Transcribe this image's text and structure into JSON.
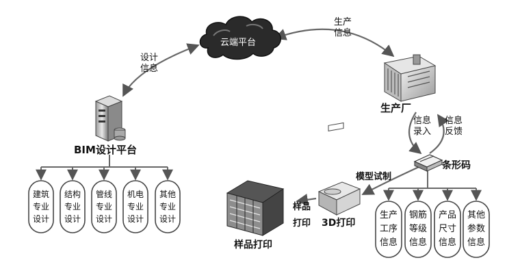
{
  "nodes": {
    "cloud": "云端平台",
    "factory": "生产厂",
    "bim": "BIM设计平台",
    "barcode": "条形码",
    "printer": "3D打印",
    "sample": "样品打印"
  },
  "edges": {
    "design_info": [
      "设计",
      "信息"
    ],
    "production_info": [
      "生产",
      "信息"
    ],
    "info_entry": [
      "信息",
      "录入"
    ],
    "info_feedback": [
      "信息",
      "反馈"
    ],
    "model_trial": "模型试制",
    "sample_print": [
      "样品",
      "打印"
    ]
  },
  "design_specialties": [
    [
      "建筑",
      "专业",
      "设计"
    ],
    [
      "结构",
      "专业",
      "设计"
    ],
    [
      "管线",
      "专业",
      "设计"
    ],
    [
      "机电",
      "专业",
      "设计"
    ],
    [
      "其他",
      "专业",
      "设计"
    ]
  ],
  "barcode_info": [
    [
      "生产",
      "工序",
      "信息"
    ],
    [
      "钢筋",
      "等级",
      "信息"
    ],
    [
      "产品",
      "尺寸",
      "信息"
    ],
    [
      "其他",
      "参数",
      "信息"
    ]
  ]
}
